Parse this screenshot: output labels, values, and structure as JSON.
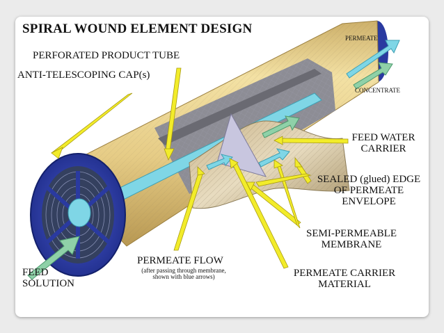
{
  "title": "SPIRAL WOUND ELEMENT DESIGN",
  "labels": {
    "permeate": "PERMEATE",
    "concentrate": "CONCENTRATE",
    "perforated_tube": "PERFORATED PRODUCT TUBE",
    "anti_telescoping": "ANTI-TELESCOPING CAP(s)",
    "feed_water_carrier_1": "FEED WATER",
    "feed_water_carrier_2": "CARRIER",
    "sealed_edge_1": "SEALED (glued) EDGE",
    "sealed_edge_2": "OF PERMEATE",
    "sealed_edge_3": "ENVELOPE",
    "membrane_1": "SEMI-PERMEABLE",
    "membrane_2": "MEMBRANE",
    "permeate_flow": "PERMEATE FLOW",
    "permeate_flow_note_1": "(after passing through membrane,",
    "permeate_flow_note_2": "shown with blue arrows)",
    "feed_solution_1": "FEED",
    "feed_solution_2": "SOLUTION",
    "carrier_material_1": "PERMEATE CARRIER",
    "carrier_material_2": "MATERIAL"
  },
  "colors": {
    "page_bg": "#ebebeb",
    "slide_bg": "#ffffff",
    "cylinder_tan": "#e7cf88",
    "cap_blue": "#2a3aa0",
    "arrow_teal": "#7fd6e6",
    "arrow_green": "#8fd1a8",
    "pointer_yellow": "#f2ec2a"
  }
}
